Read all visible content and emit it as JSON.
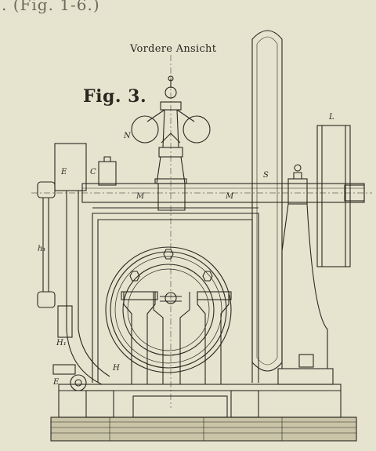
{
  "header_fragment": ". (Fig. 1-6.)",
  "view_title": "Vordere Ansicht",
  "figure_label": "Fig. 3.",
  "part_labels": {
    "N": "N",
    "L": "L",
    "S": "S",
    "E_upper": "E",
    "C": "C",
    "M_left": "M",
    "M_right": "M",
    "h1": "h₁",
    "H1": "H₁",
    "H": "H",
    "E_lower": "E"
  },
  "colors": {
    "paper": "#e6e4cf",
    "ink": "#2a2720",
    "wood": "#c9c4a7"
  }
}
